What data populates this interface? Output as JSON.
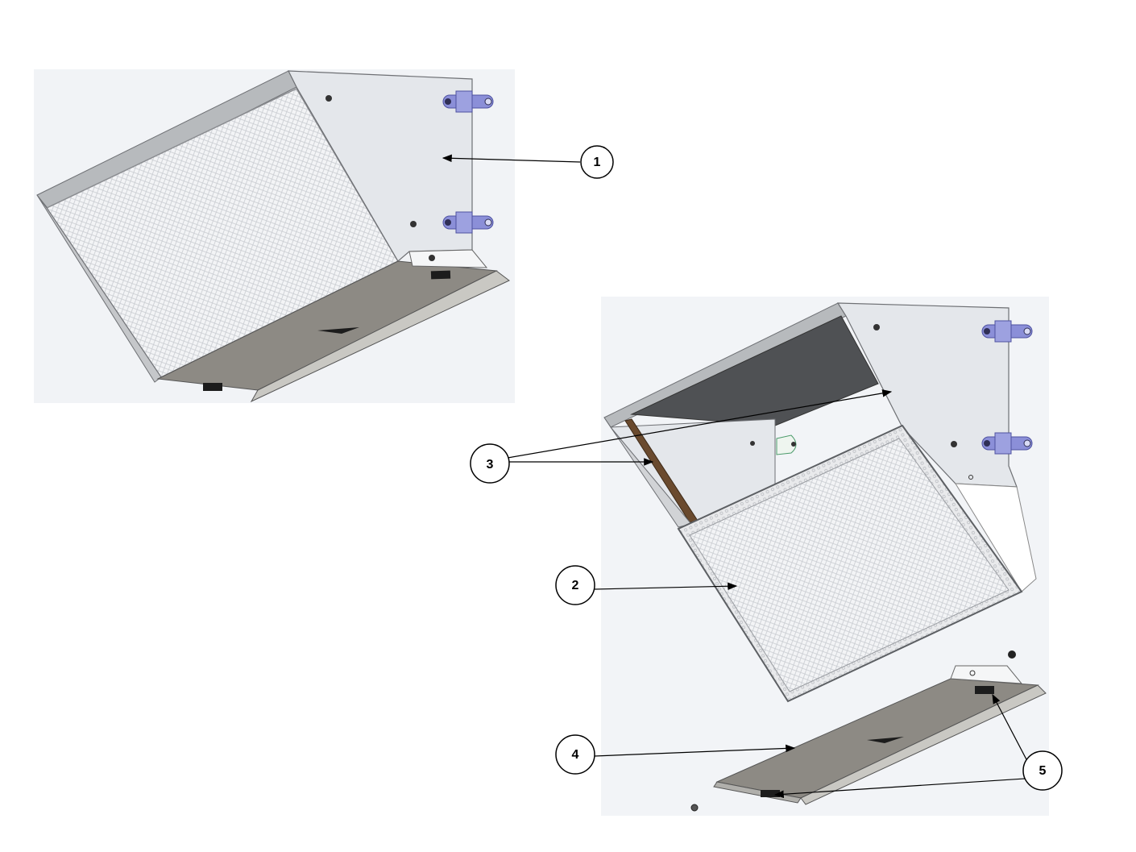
{
  "callouts": [
    {
      "id": "c1",
      "label": "1"
    },
    {
      "id": "c2",
      "label": "2"
    },
    {
      "id": "c3",
      "label": "3"
    },
    {
      "id": "c4",
      "label": "4"
    },
    {
      "id": "c5",
      "label": "5"
    }
  ],
  "colors": {
    "panel": "#e4e7eb",
    "panel_edge": "#6e7074",
    "frame": "#b9bcbf",
    "tray": "#8d8a84",
    "tray_light": "#c9c8c3",
    "dark_panel": "#4f5154",
    "bracket": "#8b8fd8",
    "rod": "#6a4a2e",
    "background_box": "#f2f4f7"
  }
}
